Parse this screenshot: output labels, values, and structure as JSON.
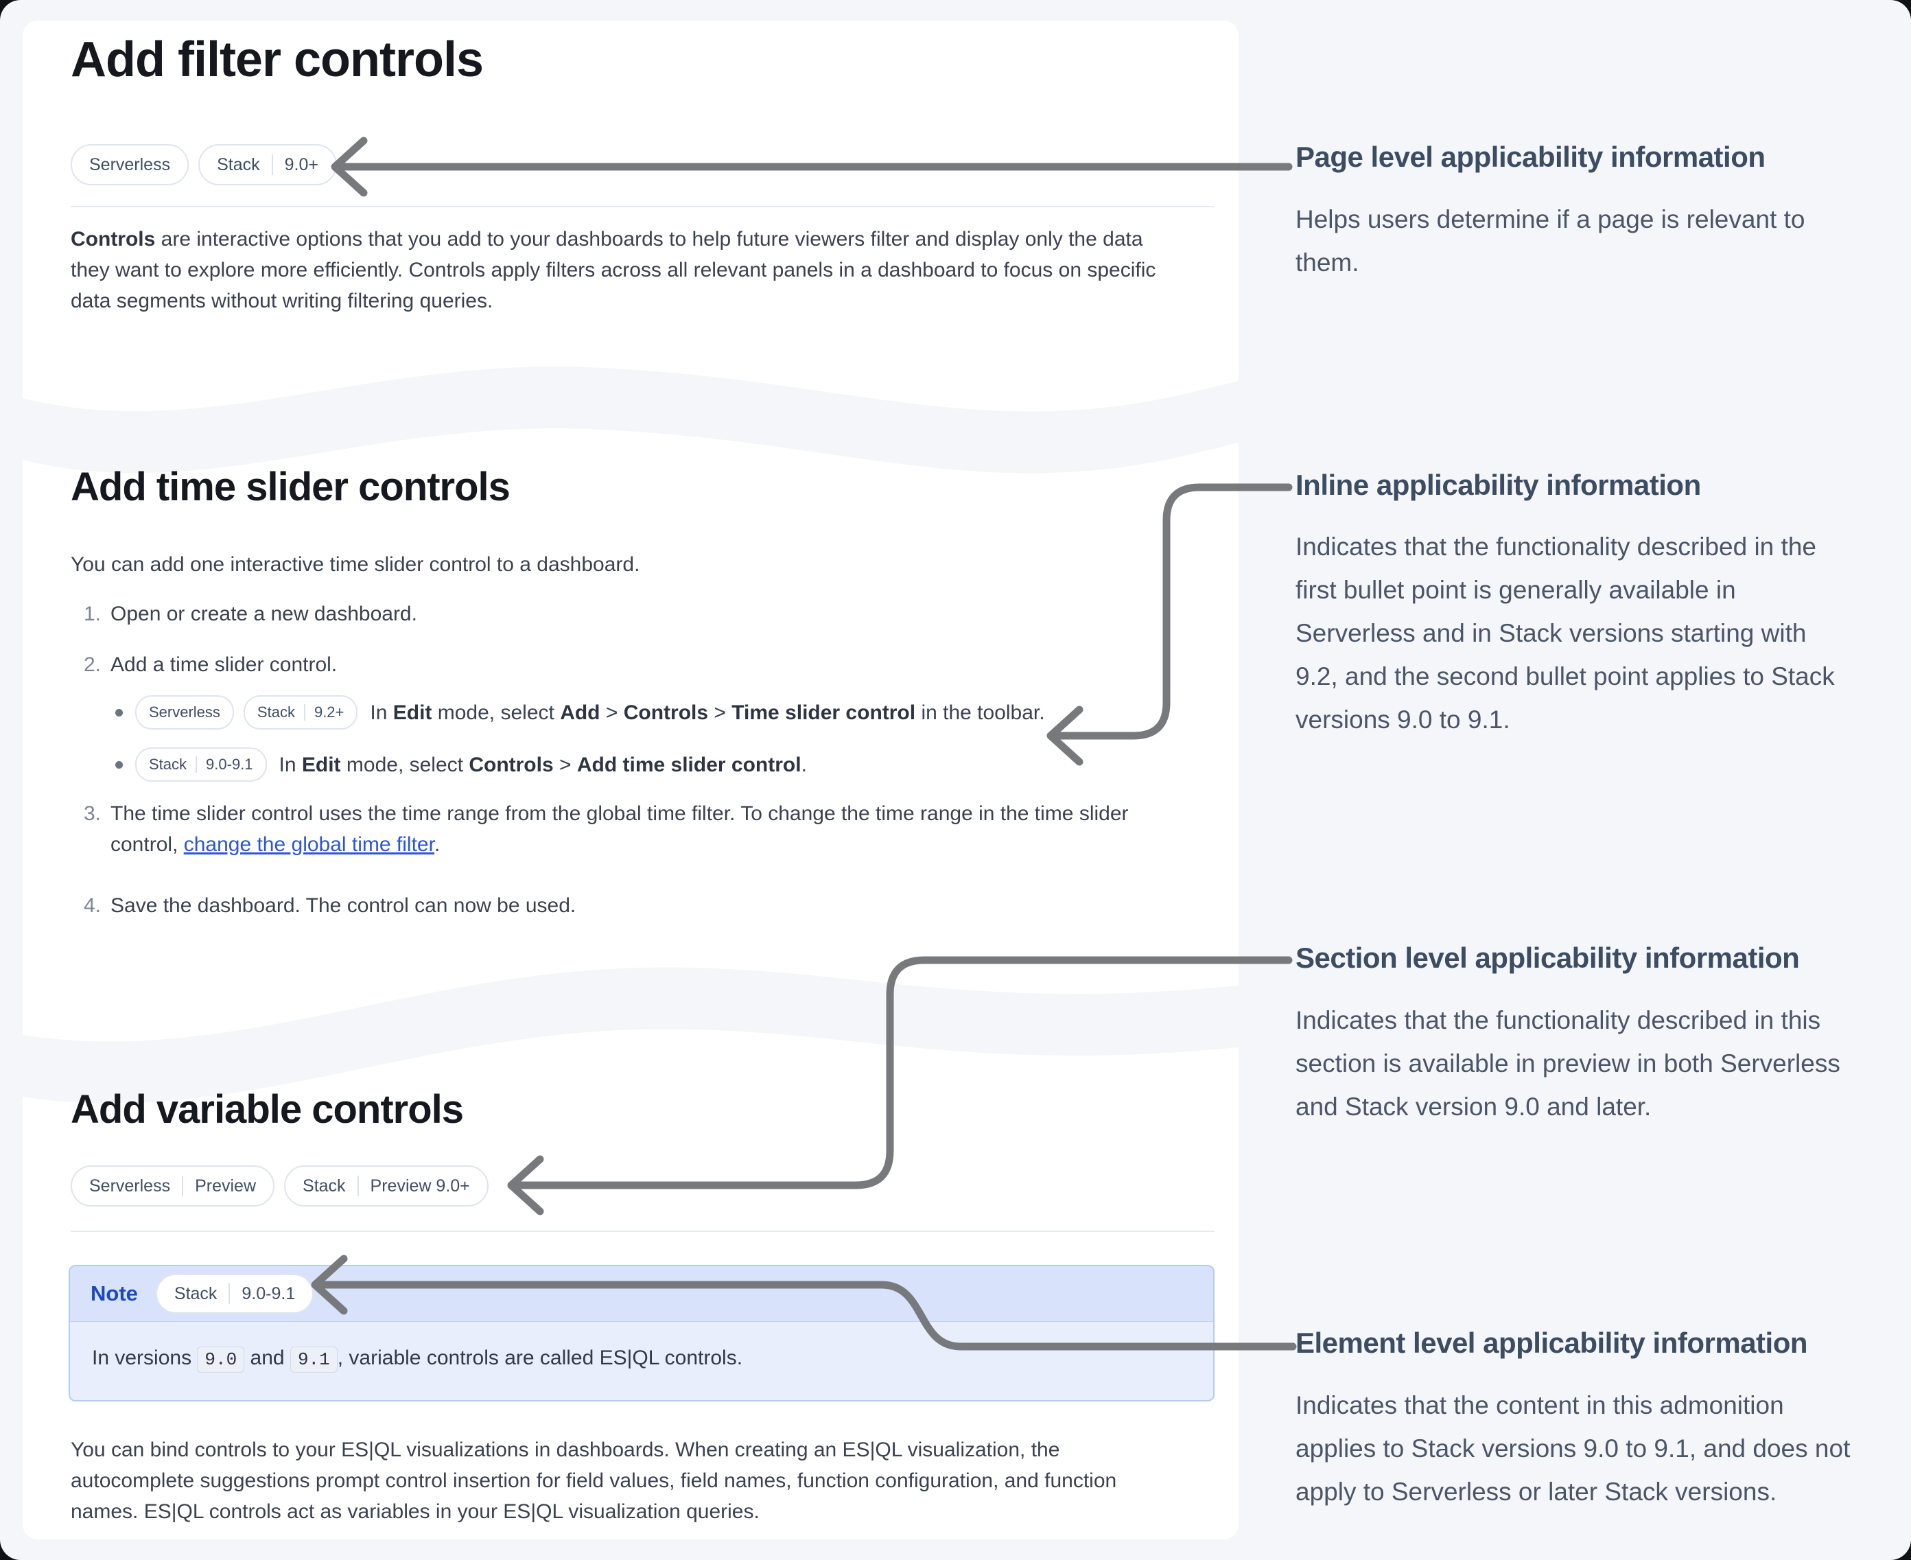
{
  "colors": {
    "page_background": "#f4f6fa",
    "card_background": "#ffffff",
    "heading_text": "#15181e",
    "body_text": "#3a4150",
    "annotation_text": "#4b5568",
    "annotation_heading": "#3c4c62",
    "arrow": "#77797d",
    "link": "#2b55d6",
    "badge_border": "#dfe4ee",
    "badge_text": "#3f4e66",
    "note_header_bg": "#d8e3fb",
    "note_body_bg": "#e8eefc",
    "note_border": "#b7cbf2",
    "note_label_color": "#1b49c0"
  },
  "sections": [
    {
      "title": "Add filter controls",
      "badges": [
        {
          "parts": [
            "Serverless"
          ]
        },
        {
          "parts": [
            "Stack",
            "9.0+"
          ]
        }
      ],
      "paragraph_rich": [
        {
          "t": "Controls",
          "b": 1
        },
        {
          "t": " are interactive options that you add to your dashboards to help future viewers filter and display only the data they want to explore more efficiently. Controls apply filters across all relevant panels in a dashboard to focus on specific data segments without writing filtering queries."
        }
      ]
    },
    {
      "title": "Add time slider controls",
      "intro": "You can add one interactive time slider control to a dashboard.",
      "steps": [
        {
          "num": "1.",
          "rich": [
            {
              "t": "Open or create a new dashboard."
            }
          ]
        },
        {
          "num": "2.",
          "rich": [
            {
              "t": "Add a time slider control."
            }
          ]
        },
        {
          "num": "3.",
          "rich": [
            {
              "t": "The time slider control uses the time range from the global time filter. To change the time range in the time slider control, "
            },
            {
              "t": "change the global time filter",
              "link": 1
            },
            {
              "t": "."
            }
          ]
        },
        {
          "num": "4.",
          "rich": [
            {
              "t": "Save the dashboard. The control can now be used."
            }
          ]
        }
      ],
      "bullets": [
        {
          "badges": [
            {
              "parts": [
                "Serverless"
              ]
            },
            {
              "parts": [
                "Stack",
                "9.2+"
              ]
            }
          ],
          "rich": [
            {
              "t": "In "
            },
            {
              "t": "Edit",
              "b": 1
            },
            {
              "t": " mode, select "
            },
            {
              "t": "Add",
              "b": 1
            },
            {
              "t": " > "
            },
            {
              "t": "Controls",
              "b": 1
            },
            {
              "t": " > "
            },
            {
              "t": "Time slider control",
              "b": 1
            },
            {
              "t": " in the toolbar."
            }
          ]
        },
        {
          "badges": [
            {
              "parts": [
                "Stack",
                "9.0-9.1"
              ]
            }
          ],
          "rich": [
            {
              "t": "In "
            },
            {
              "t": "Edit",
              "b": 1
            },
            {
              "t": " mode, select "
            },
            {
              "t": "Controls",
              "b": 1
            },
            {
              "t": " > "
            },
            {
              "t": "Add time slider control",
              "b": 1
            },
            {
              "t": "."
            }
          ]
        }
      ]
    },
    {
      "title": "Add variable controls",
      "badges": [
        {
          "parts": [
            "Serverless",
            "Preview"
          ]
        },
        {
          "parts": [
            "Stack",
            "Preview 9.0+"
          ]
        }
      ],
      "note": {
        "label": "Note",
        "badges": [
          {
            "parts": [
              "Stack",
              "9.0-9.1"
            ]
          }
        ],
        "rich": [
          {
            "t": "In versions "
          },
          {
            "t": "9.0",
            "code": 1
          },
          {
            "t": " and "
          },
          {
            "t": "9.1",
            "code": 1
          },
          {
            "t": ", variable controls are called ES|QL controls."
          }
        ]
      },
      "paragraph": "You can bind controls to your ES|QL visualizations in dashboards. When creating an ES|QL visualization, the autocomplete suggestions prompt control insertion for field values, field names, function configuration, and function names. ES|QL controls act as variables in your ES|QL visualization queries."
    }
  ],
  "annotations": [
    {
      "title": "Page level applicability information",
      "body": "Helps users determine if a page is relevant to them."
    },
    {
      "title": "Inline applicability information",
      "body": "Indicates that the functionality described in the first bullet point is generally available in Serverless and in Stack versions starting with 9.2, and the second bullet point applies to Stack versions 9.0 to 9.1."
    },
    {
      "title": "Section level applicability information",
      "body": "Indicates that the functionality described in this section is available in preview in both Serverless and Stack version 9.0 and later."
    },
    {
      "title": "Element level applicability information",
      "body": "Indicates that the content in this admonition applies to Stack versions 9.0 to 9.1, and does not apply to Serverless or later Stack versions."
    }
  ]
}
